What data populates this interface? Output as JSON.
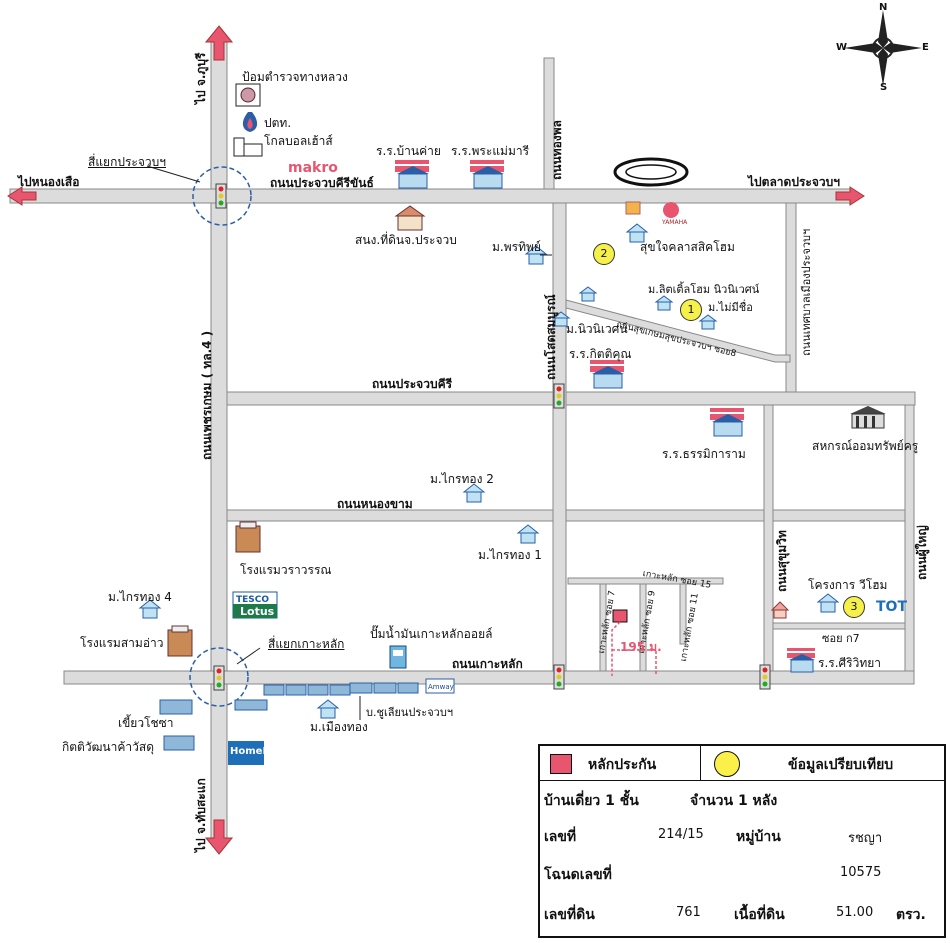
{
  "directions": {
    "north_top": "ไป จ.ภูบุรี",
    "south_bottom": "ไป จ.ทับสะแก",
    "west_left": "ไปหนองเสือ",
    "east_right": "ไปตลาดประจวบฯ"
  },
  "compass": {
    "n": "N",
    "s": "S",
    "e": "E",
    "w": "W"
  },
  "roads": {
    "main_vertical": "ถนนเพชรเกษม ( ทล.4 )",
    "top_horizontal": "ถนนประจวบคีรีขันธ์",
    "middle_horizontal": "ถนนประจวบคีรี",
    "nongkham": "ถนนหนองขาม",
    "kohlak": "ถนนเกาะหลัก",
    "sotsomboon": "ถนนโสดสมบูรณ์",
    "tongphon": "ถนนทองพล",
    "right_vertical": "ถนนเทศบาลเมืองประจวบฯ",
    "sukhumvit": "ถนนสุขุมวิท",
    "right_lower_vertical": "ถนนผู้ใหญ่",
    "soi_inner": "ถนนสุขเกษมสุขประจวบฯ ซอย8",
    "soi_k7": "ซอย ก7",
    "kohlak_15": "เกาะหลัก ซอย 15",
    "kohlak_s7": "เกาะหลัก ซอย 7",
    "kohlak_s9": "เกาะหลัก ซอย 9",
    "kohlak_s11": "เกาะหลัก ซอย 11"
  },
  "intersections": {
    "top": "สี่แยกประจวบฯ",
    "bottom": "สี่แยกเกาะหลัก"
  },
  "places": {
    "police": "ป้อมตำรวจทางหลวง",
    "ptt": "ปตท.",
    "global_house": "โกลบอลเฮ้าส์",
    "makro": "makro",
    "school_bankai": "ร.ร.บ้านค่าย",
    "school_phramae": "ร.ร.พระแม่มารี",
    "land_office": "สนง.ที่ดินจ.ประจวบ",
    "m_porntip": "ม.พรทิพย์",
    "sukjai": "สุขใจคลาสสิคโฮม",
    "yamaha": "YAMAHA",
    "m_lifestyle": "ม.ลิตเติ้ลโฮม นิวนิเวศน์",
    "m_noname": "ม.ไม่มีชื่อ",
    "m_niwes": "ม.นิวนิเวศน์",
    "school_kittikun": "ร.ร.กิตติคุณ",
    "school_thammikaram": "ร.ร.ธรรมิการาม",
    "coop": "สหกรณ์ออมทรัพย์ครู",
    "m_kraithong2": "ม.ไกรทอง 2",
    "m_kraithong1": "ม.ไกรทอง 1",
    "hotel_varavaran": "โรงแรมวราวรรณ",
    "tesco1": "TESCO",
    "tesco2": "Lotus",
    "m_kraithong4": "ม.ไกรทอง 4",
    "hotel_samao": "โรงแรมสามอ่าว",
    "gas_kohlak": "ปั๊มน้ำมันเกาะหลักออยล์",
    "project_viehome": "โครงการ วีโฮม",
    "tot": "TOT",
    "school_siwitya": "ร.ร.ศีริวิทยา",
    "kiew_chosa": "เขี้ยวโชซา",
    "kit_material": "กิตติวัฒนาค้าวัสดุ",
    "homepro": "HomePro",
    "amway": "Amway",
    "m_muangthong": "ม.เมืองทอง",
    "co_chuliang": "บ.ชูเลียนประจวบฯ",
    "distance": "195 ม."
  },
  "markers": {
    "one": "1",
    "two": "2",
    "three": "3"
  },
  "legend": {
    "collateral": "หลักประกัน",
    "comparison": "ข้อมูลเปรียบเทียบ",
    "collateral_color": "#e8556f",
    "comparison_color": "#fbf04a"
  },
  "info": {
    "type": "บ้านเดี่ยว 1 ชั้น",
    "qty": "จำนวน 1 หลัง",
    "no_label": "เลขที่",
    "no_value": "214/15",
    "village_label": "หมู่บ้าน",
    "village_value": "รชญา",
    "deed_label": "โฉนดเลขที่",
    "deed_value": "10575",
    "land_no_label": "เลขที่ดิน",
    "land_no_value": "761",
    "area_label": "เนื้อที่ดิน",
    "area_value": "51.00",
    "area_unit": "ตรว."
  }
}
